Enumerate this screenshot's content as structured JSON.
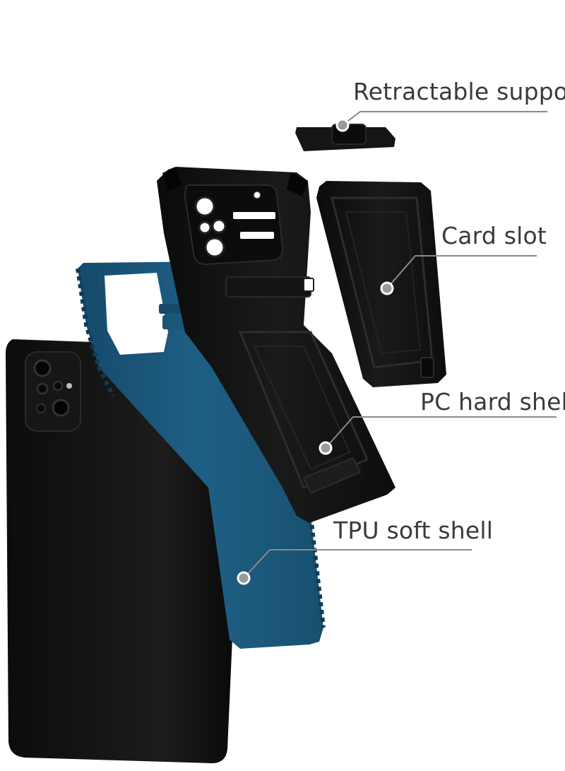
{
  "callouts": {
    "retractable_support": "Retractable support",
    "card_slot": "Card slot",
    "pc_hard_shell": "PC hard shell",
    "tpu_soft_shell": "TPU soft shell"
  },
  "colors": {
    "background": "#ffffff",
    "tpu_shell_blue": "#1f5f85",
    "shell_black": "#111111",
    "callout_line": "#8a8a8a",
    "label_text": "#3a3a3a"
  }
}
